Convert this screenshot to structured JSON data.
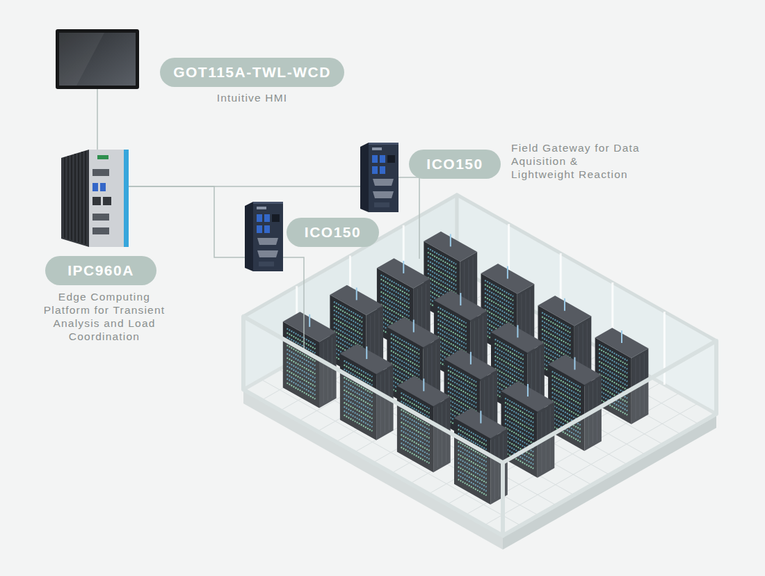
{
  "diagram": {
    "nodes": [
      {
        "text": [
          "GOT115A-TWL-WCD",
          "Intuitive HMI"
        ]
      },
      {
        "text": [
          "ICO150",
          "Field Gateway for Data Aquisition & Lightweight Reaction"
        ]
      },
      {
        "text": [
          "IPC960A",
          "Edge Computing Platform for Transient Analysis and Load Coordination"
        ]
      },
      {
        "text": [
          "ICO150"
        ]
      }
    ],
    "edges": [
      {
        "from": 0,
        "to": 2,
        "arrow": "none"
      },
      {
        "from": 2,
        "to": 1,
        "arrow": "none"
      },
      {
        "from": 2,
        "to": 3,
        "arrow": "none"
      }
    ]
  }
}
